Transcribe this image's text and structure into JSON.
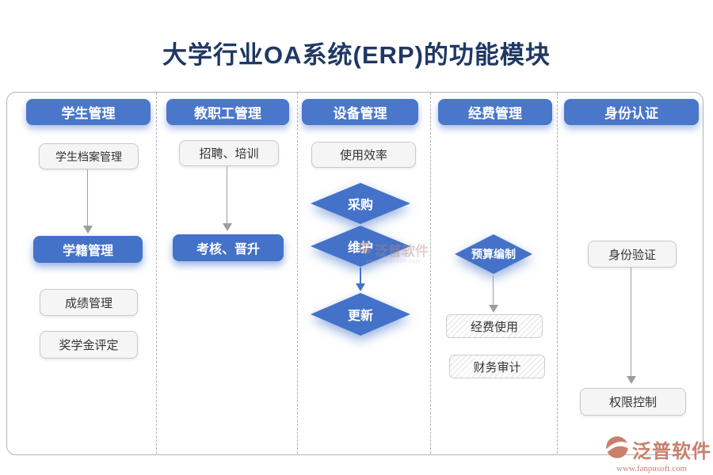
{
  "title": "大学行业OA系统(ERP)的功能模块",
  "columns": [
    {
      "header": "学生管理",
      "nodes": [
        "学生档案管理",
        "学籍管理",
        "成绩管理",
        "奖学金评定"
      ]
    },
    {
      "header": "教职工管理",
      "nodes": [
        "招聘、培训",
        "考核、晋升"
      ]
    },
    {
      "header": "设备管理",
      "nodes": [
        "使用效率",
        "采购",
        "维护",
        "更新"
      ]
    },
    {
      "header": "经费管理",
      "nodes": [
        "预算编制",
        "经费使用",
        "财务审计"
      ]
    },
    {
      "header": "身份认证",
      "nodes": [
        "身份验证",
        "权限控制"
      ]
    }
  ],
  "watermarks": {
    "center_brand": "泛普软件",
    "logo_brand": "泛普软件",
    "logo_url": "www.fanpusoft.com"
  },
  "colors": {
    "header_blue": "#4a77c9",
    "node_blue": "#4472c8",
    "title_navy": "#1f3864",
    "brand_salmon": "#c97f6d",
    "arrow_gray": "#9e9e9e"
  }
}
